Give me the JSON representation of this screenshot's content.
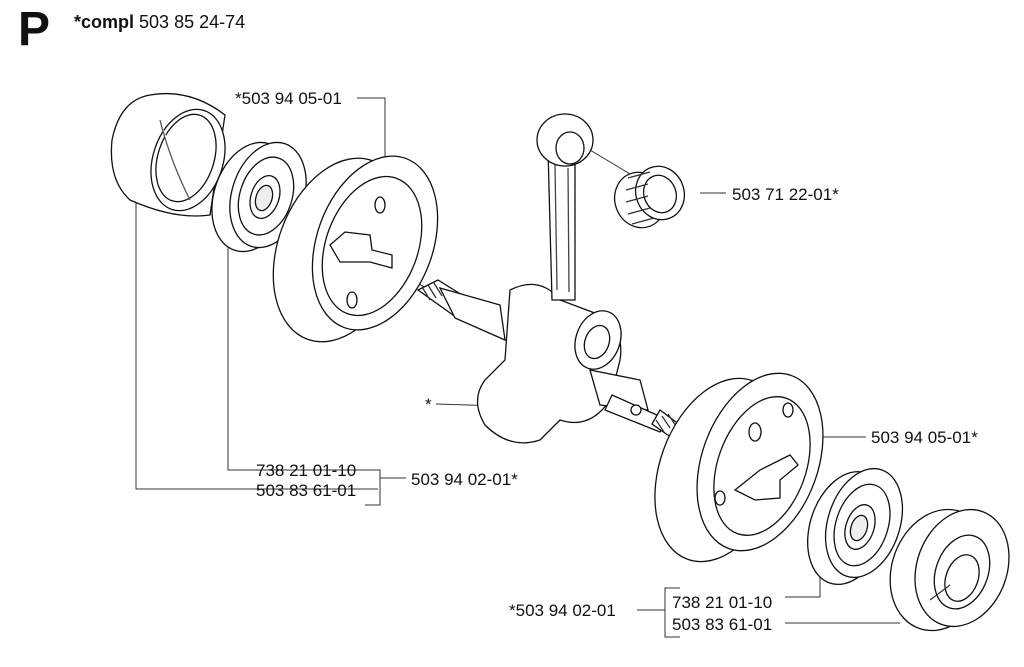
{
  "header": {
    "section_letter": "P",
    "compl_prefix": "*compl",
    "compl_number": "503 85 24-74"
  },
  "callouts": {
    "top_seal_assembly": "*503 94 05-01",
    "needle_bearing": "503 71 22-01*",
    "crankshaft": "*",
    "right_seal_assembly": "503 94 05-01*",
    "left_bearing": "738 21 01-10",
    "left_seal": "503 83 61-01",
    "left_group": "503 94 02-01*",
    "right_group": "*503 94 02-01",
    "right_bearing": "738 21 01-10",
    "right_seal": "503 83 61-01"
  }
}
